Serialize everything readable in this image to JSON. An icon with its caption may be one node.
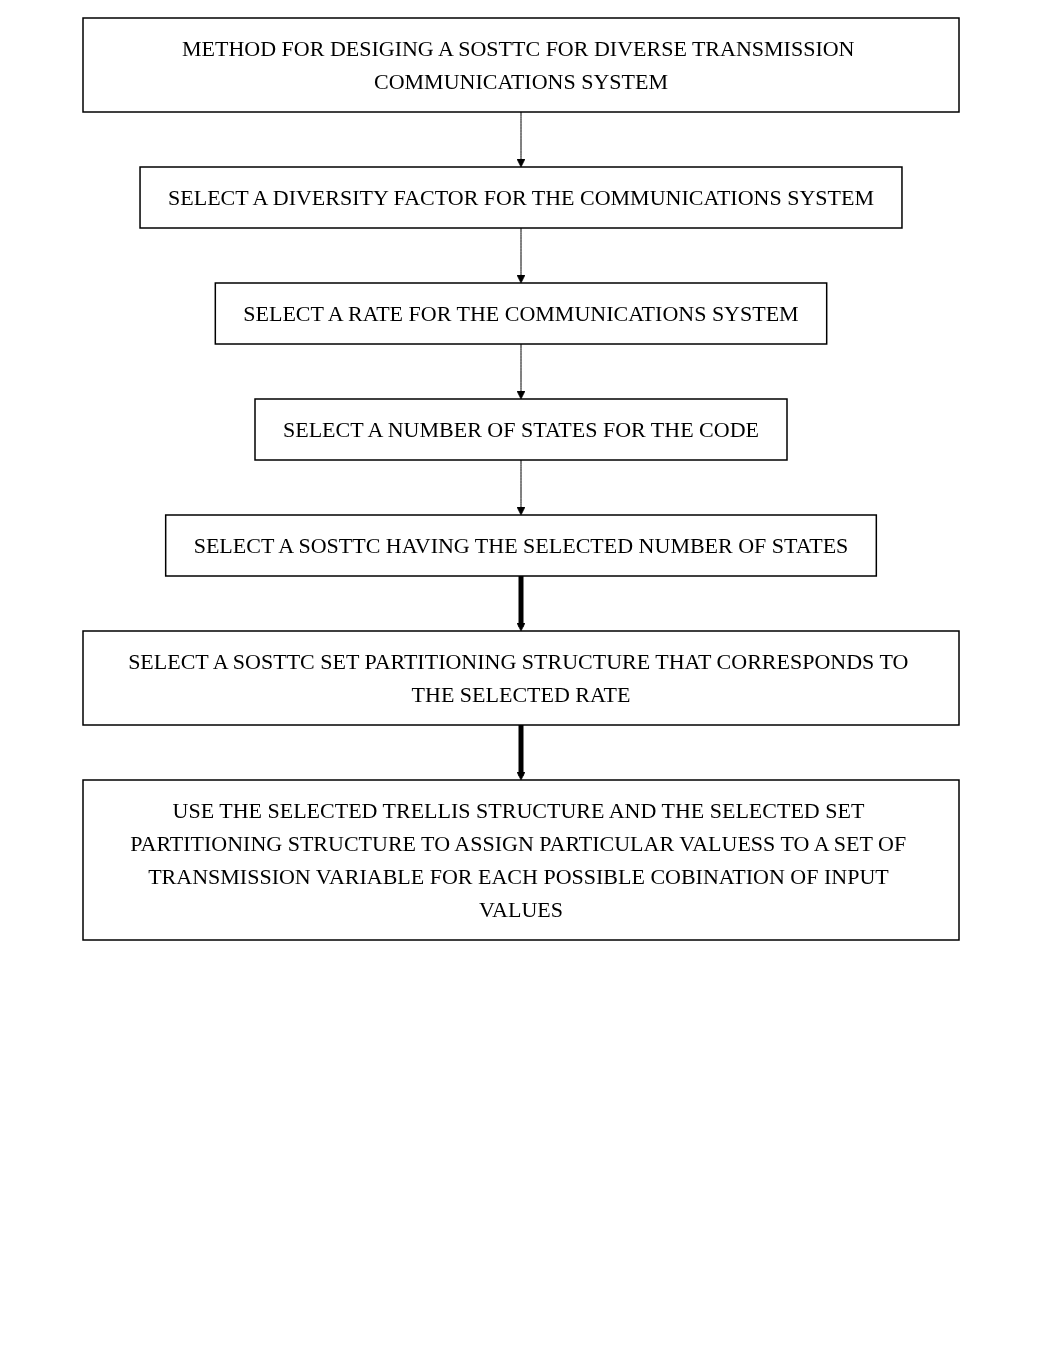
{
  "diagram": {
    "nodes": [
      {
        "text": [
          "METHOD FOR DESIGING A SOSTTC FOR DIVERSE TRANSMISSION COMMUNICATIONS SYSTEM"
        ]
      },
      {
        "text": [
          "SELECT A DIVERSITY FACTOR FOR THE COMMUNICATIONS SYSTEM"
        ]
      },
      {
        "text": [
          "SELECT A RATE FOR THE COMMUNICATIONS SYSTEM"
        ]
      },
      {
        "text": [
          "SELECT A NUMBER OF STATES FOR THE CODE"
        ]
      },
      {
        "text": [
          "SELECT A SOSTTC HAVING THE SELECTED NUMBER OF STATES"
        ]
      },
      {
        "text": [
          "SELECT A SOSTTC SET PARTITIONING STRUCTURE THAT CORRESPONDS TO THE SELECTED RATE"
        ]
      },
      {
        "text": [
          "USE THE SELECTED TRELLIS STRUCTURE AND THE SELECTED SET PARTITIONING STRUCTURE TO ASSIGN PARTICULAR VALUESS TO A SET OF TRANSMISSION VARIABLE FOR EACH POSSIBLE COBINATION OF INPUT VALUES"
        ]
      }
    ],
    "edges": [
      {
        "from": 0,
        "to": 1,
        "arrow": "to"
      },
      {
        "from": 1,
        "to": 2,
        "arrow": "to"
      },
      {
        "from": 2,
        "to": 3,
        "arrow": "to"
      },
      {
        "from": 3,
        "to": 4,
        "arrow": "to"
      },
      {
        "from": 4,
        "to": 5,
        "arrow": "to",
        "style": "thick"
      },
      {
        "from": 5,
        "to": 6,
        "arrow": "to",
        "style": "thick"
      }
    ]
  }
}
